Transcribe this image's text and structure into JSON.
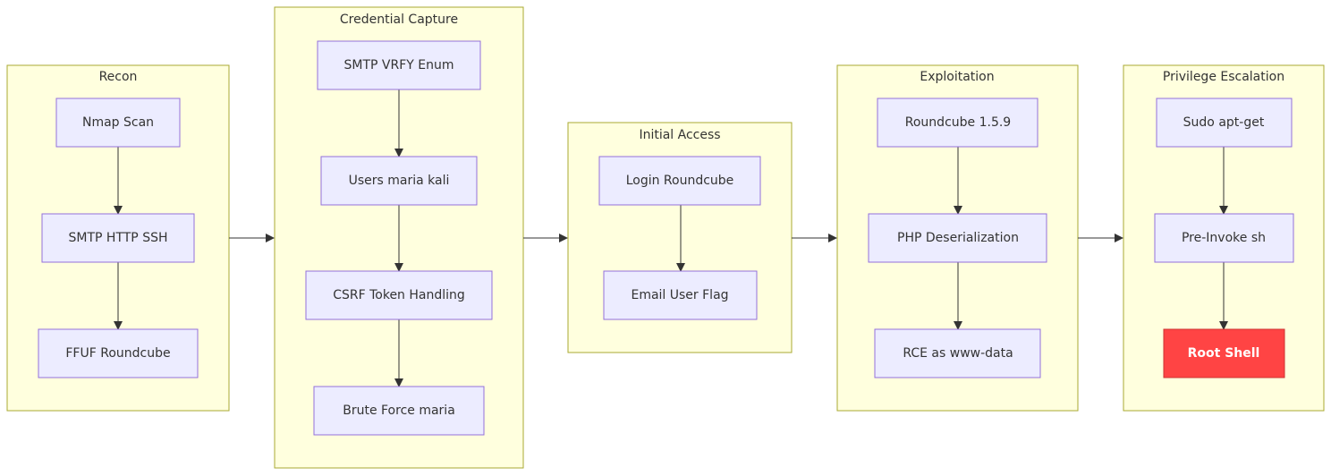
{
  "clusters": [
    {
      "id": "recon",
      "title": "Recon"
    },
    {
      "id": "cred",
      "title": "Credential Capture"
    },
    {
      "id": "initial",
      "title": "Initial Access"
    },
    {
      "id": "exploit",
      "title": "Exploitation"
    },
    {
      "id": "privesc",
      "title": "Privilege Escalation"
    }
  ],
  "nodes": {
    "nmap": "Nmap Scan",
    "smtp_http_ssh": "SMTP HTTP SSH",
    "ffuf": "FFUF Roundcube",
    "smtp_vrfy": "SMTP VRFY Enum",
    "users": "Users maria kali",
    "csrf": "CSRF Token Handling",
    "brute": "Brute Force maria",
    "login": "Login Roundcube",
    "email_flag": "Email User Flag",
    "roundcube": "Roundcube 1.5.9",
    "php_deser": "PHP Deserialization",
    "rce": "RCE as www-data",
    "sudo": "Sudo apt-get",
    "preinvoke": "Pre-Invoke sh",
    "root": "Root Shell"
  },
  "colors": {
    "cluster_fill": "#ffffde",
    "cluster_stroke": "#aaaa33",
    "node_fill": "#ECECFF",
    "node_stroke": "#9370DB",
    "highlight_fill": "#ff4444",
    "edge": "#333333"
  }
}
